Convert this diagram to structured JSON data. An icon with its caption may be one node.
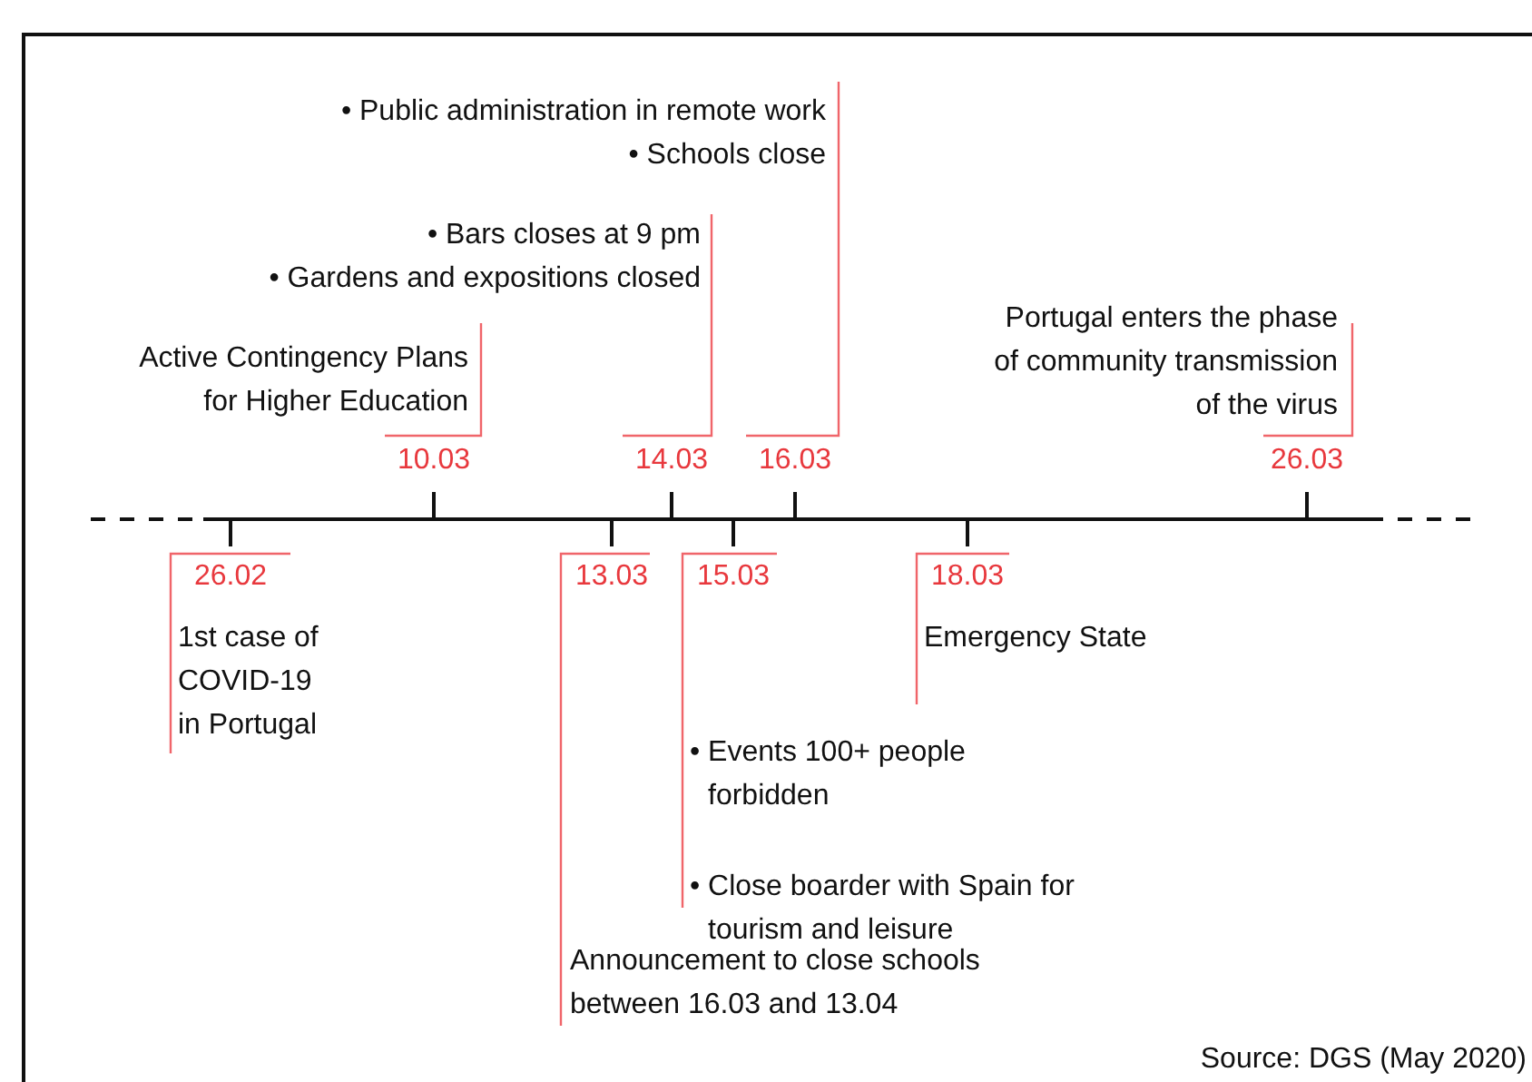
{
  "diagram": {
    "nodes": [
      {
        "text": [
          "1st case of COVID-19 in Portugal"
        ]
      },
      {
        "text": [
          "Active Contingency Plans for Higher Education"
        ]
      },
      {
        "text": [
          "Announcement to close schools between 16.03 and 13.04"
        ]
      },
      {
        "text": [
          "• Bars closes at 9 pm",
          "• Gardens and expositions closed"
        ]
      },
      {
        "text": [
          "• Events 100+ people forbidden",
          "• Close boarder with Spain for tourism and leisure"
        ]
      },
      {
        "text": [
          "• Public administration in remote work",
          "• Schools close"
        ]
      },
      {
        "text": [
          "Emergency State"
        ]
      },
      {
        "text": [
          "Portugal enters the phase of community transmission of the virus"
        ]
      }
    ],
    "edges": [],
    "labels": [
      "10.03",
      "14.03",
      "16.03",
      "26.03",
      "26.02",
      "13.03",
      "15.03",
      "18.03",
      "Source: DGS (May 2020)"
    ]
  }
}
